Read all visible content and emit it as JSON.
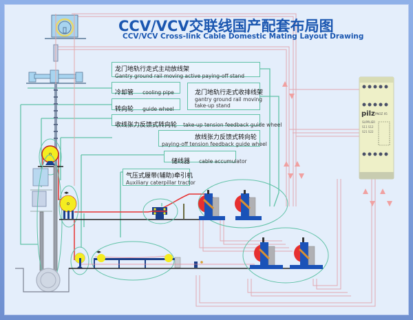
{
  "title": {
    "cn": "CCV/VCV交联线国产配套布局图",
    "en": "CCV/VCV Cross-link Cable Domestic Mating Layout Drawing"
  },
  "labels": [
    {
      "id": "payoff-stand",
      "cn": "龙门地轨行走式主动放线架",
      "en": "Gantry ground rail moving active paying-off stand"
    },
    {
      "id": "cooling-pipe",
      "cn": "冷却管",
      "en": "cooling pipe"
    },
    {
      "id": "guide-wheel",
      "cn": "转向轮",
      "en": "guide wheel"
    },
    {
      "id": "takeup-stand",
      "cn": "龙门地轨行走式收排线架",
      "en": "gantry ground rail moving",
      "en2": "take-up stand"
    },
    {
      "id": "takeup-tension-wheel",
      "cn": "收线张力反馈式转向轮",
      "en": "take-up tension feedback guide wheel"
    },
    {
      "id": "payoff-tension-wheel",
      "cn": "放线张力反馈式转向轮",
      "en": "paying-off tension feedback guide wheel"
    },
    {
      "id": "cable-accumulator",
      "cn": "储线器",
      "en": "cable accumulator"
    },
    {
      "id": "caterpillar-tractor",
      "cn": "气压式履带(辅助)牵引机",
      "en": "Auxiliary caterpillar tractor"
    }
  ],
  "controller": {
    "brand": "pilz",
    "model": "PNOZ X5",
    "lines": [
      "SUPPLIER",
      "S11 S12",
      "S21 S22"
    ]
  },
  "colors": {
    "title": "#1a56b0",
    "callout_border": "#5fc2a6",
    "cable": "#e63030",
    "signal_line": "#e8a8a8",
    "wheel": "#f4ec20",
    "frame_blue": "#1a3f8a",
    "background": "#e4eefb"
  }
}
